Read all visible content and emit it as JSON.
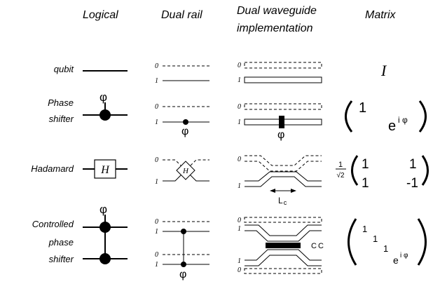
{
  "headers": {
    "logical": "Logical",
    "dual_rail": "Dual rail",
    "dual_waveguide_line1": "Dual waveguide",
    "dual_waveguide_line2": "implementation",
    "matrix": "Matrix"
  },
  "rows": {
    "qubit": "qubit",
    "phase_shifter_1": "Phase",
    "phase_shifter_2": "shifter",
    "hadamard": "Hadamard",
    "controlled_1": "Controlled",
    "controlled_2": "phase",
    "controlled_3": "shifter"
  },
  "symbols": {
    "phi": "φ",
    "hadamard_gate": "H",
    "rail_zero": "0",
    "rail_one": "1",
    "identity": "I",
    "coupling_length": "L",
    "coupling_subscript": "c",
    "cc_label": "CC"
  },
  "matrices": {
    "phase": {
      "a": "1",
      "b": "e",
      "b_sup": "i φ"
    },
    "hadamard": {
      "num": "1",
      "den": "√2",
      "m11": "1",
      "m12": "1",
      "m21": "1",
      "m22": "-1"
    },
    "controlled": {
      "d1": "1",
      "d2": "1",
      "d3": "1",
      "d4": "e",
      "d4_sup": "i φ"
    }
  }
}
